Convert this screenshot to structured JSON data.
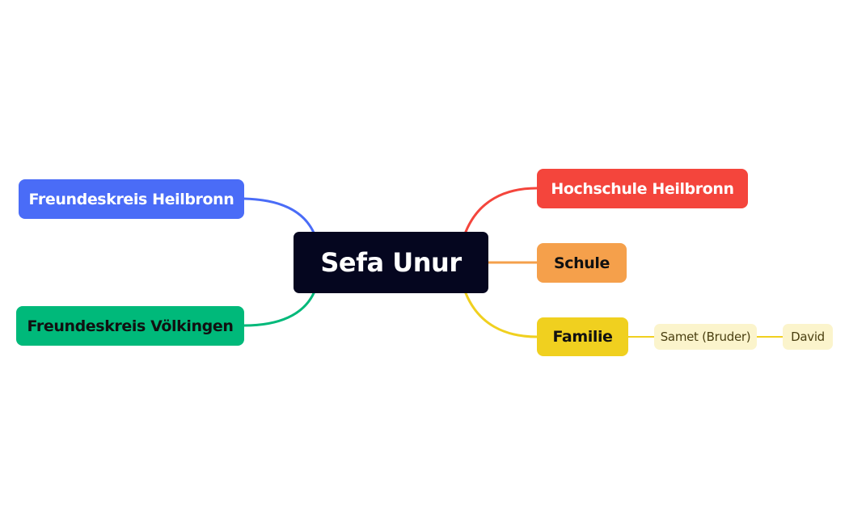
{
  "central": {
    "label": "Sefa Unur",
    "color": "#05061f"
  },
  "topics": {
    "freundeskreis_heilbronn": {
      "label": "Freundeskreis Heilbronn",
      "color": "#4a6cf7"
    },
    "freundeskreis_voelkingen": {
      "label": "Freundeskreis Völkingen",
      "color": "#00b97a"
    },
    "hochschule_heilbronn": {
      "label": "Hochschule Heilbronn",
      "color": "#f4453c"
    },
    "schule": {
      "label": "Schule",
      "color": "#f5a04b"
    },
    "familie": {
      "label": "Familie",
      "color": "#f0d01f"
    }
  },
  "subtopics": {
    "samet": {
      "label": "Samet (Bruder)",
      "color": "#fbf4cc"
    },
    "david": {
      "label": "David",
      "color": "#fbf4cc"
    }
  }
}
